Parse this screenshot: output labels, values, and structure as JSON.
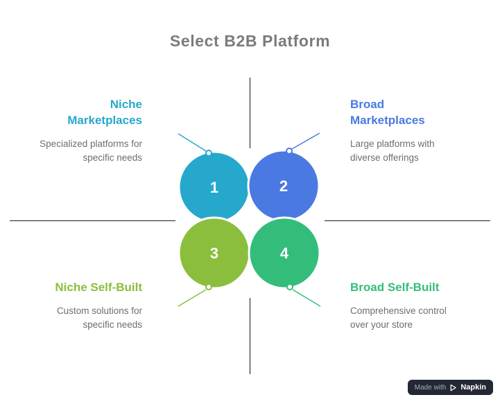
{
  "title": "Select B2B Platform",
  "palette": {
    "circle1": "#26a8cc",
    "circle2": "#4a79e2",
    "circle3": "#8abe3c",
    "circle4": "#34bd7a",
    "axis": "#3d3d3d",
    "title_gray": "#7b7b7b",
    "description_gray": "#6d6d6d",
    "badge_background": "#232834"
  },
  "quadrants": {
    "top_left": {
      "number": "1",
      "heading_line1": "Niche",
      "heading_line2": "Marketplaces",
      "description": "Specialized platforms for specific needs"
    },
    "top_right": {
      "number": "2",
      "heading_line1": "Broad",
      "heading_line2": "Marketplaces",
      "description": "Large platforms with diverse offerings"
    },
    "bottom_left": {
      "number": "3",
      "heading": "Niche Self-Built",
      "description": "Custom solutions for specific needs"
    },
    "bottom_right": {
      "number": "4",
      "heading": "Broad Self-Built",
      "description": "Comprehensive control over your store"
    }
  },
  "badge": {
    "prefix": "Made with",
    "brand": "Napkin"
  }
}
